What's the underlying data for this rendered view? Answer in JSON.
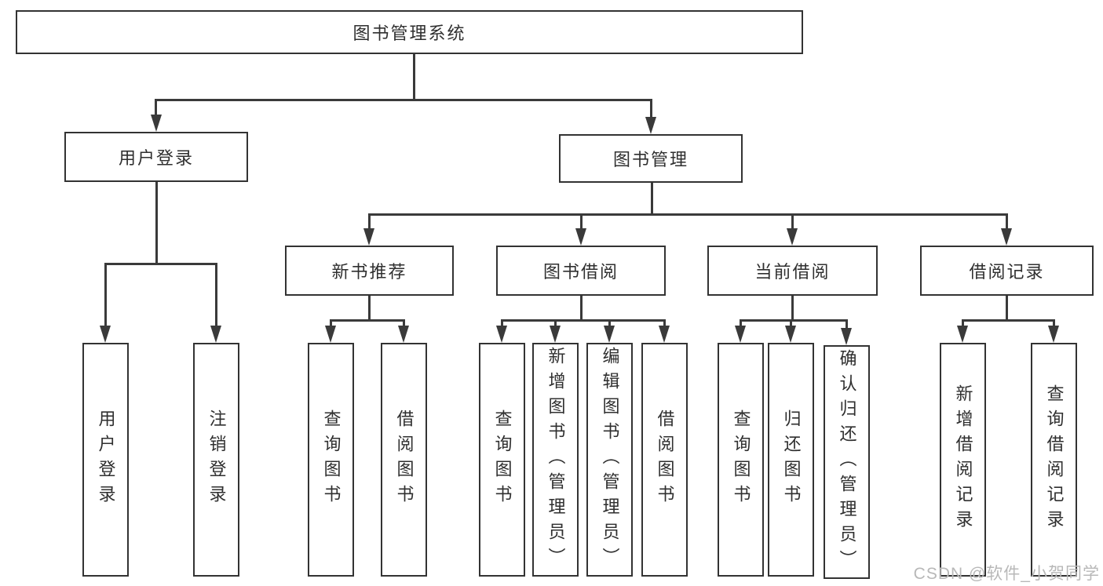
{
  "diagram": {
    "root": "图书管理系统",
    "branches": {
      "user_login": "用户登录",
      "book_mgmt": "图书管理"
    },
    "modules": {
      "new_book_rec": "新书推荐",
      "book_borrow": "图书借阅",
      "current_borrow": "当前借阅",
      "borrow_record": "借阅记录"
    },
    "functions": {
      "login_user_login": "用户登录",
      "login_logout": "注销登录",
      "rec_query_book": "查询图书",
      "rec_borrow_book": "借阅图书",
      "bb_query_book": "查询图书",
      "bb_add_book": "新增图书（管理员）",
      "bb_edit_book": "编辑图书（管理员）",
      "bb_borrow_book": "借阅图书",
      "cb_query_book": "查询图书",
      "cb_return_book": "归还图书",
      "cb_confirm_return": "确认归还（管理员）",
      "br_add_record": "新增借阅记录",
      "br_query_record": "查询借阅记录"
    }
  },
  "colors": {
    "line": "#3a3a3a",
    "box_border": "#333333",
    "text": "#2f2f2f",
    "watermark": "#b8b8b8"
  },
  "watermark": "CSDN @软件_小贺同学"
}
